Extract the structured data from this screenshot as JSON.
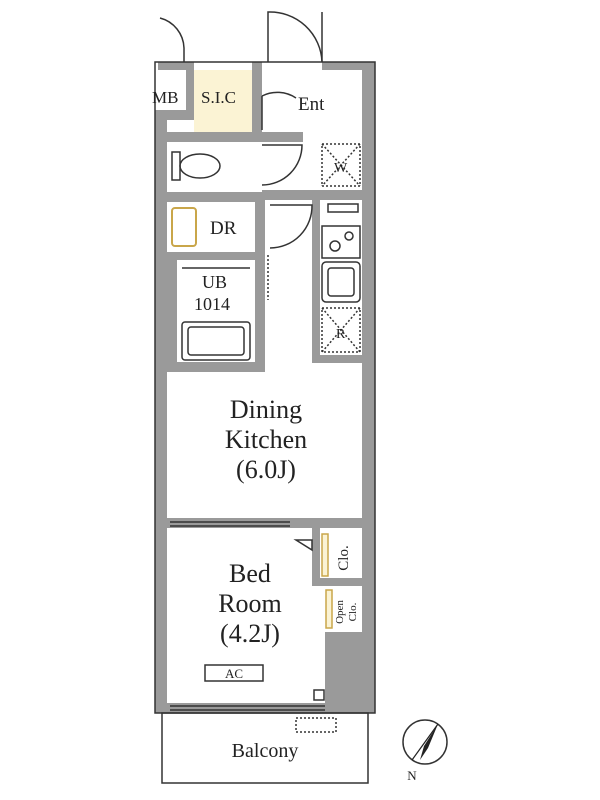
{
  "rooms": {
    "mb": "MB",
    "sic": "S.I.C",
    "entrance": "Ent",
    "washer": "W",
    "dressing": "DR",
    "bath_line1": "UB",
    "bath_line2": "1014",
    "refrigerator": "R",
    "dining_line1": "Dining",
    "dining_line2": "Kitchen",
    "dining_size": "(6.0J)",
    "bed_line1": "Bed",
    "bed_line2": "Room",
    "bed_size": "(4.2J)",
    "closet": "Clo.",
    "open_closet_line1": "Open",
    "open_closet_line2": "Clo.",
    "aircon": "AC",
    "balcony": "Balcony"
  },
  "compass": {
    "label": "N"
  },
  "colors": {
    "wall": "#9a9a9a",
    "sic_fill": "#fbf3d4",
    "line": "#333333"
  }
}
